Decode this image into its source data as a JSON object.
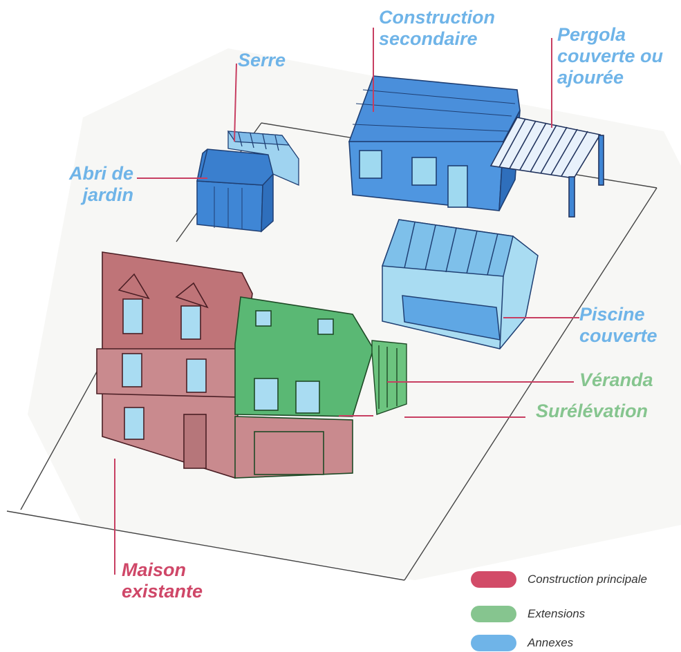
{
  "colors": {
    "principal": "#d24b68",
    "extension": "#86c58f",
    "annexe": "#6fb4e8",
    "house_fill": "#c98a8e",
    "roof_fill": "#bf7478",
    "ext_fill": "#5ab874",
    "annexe_fill": "#3d83d4",
    "glass_fill": "#a9dcf2"
  },
  "labels": {
    "construction_secondaire": "Construction\nsecondaire",
    "pergola": "Pergola\ncouverte ou\najourée",
    "serre": "Serre",
    "abri": "Abri de\njardin",
    "piscine": "Piscine\ncouverte",
    "veranda": "Véranda",
    "surelevation": "Surélévation",
    "maison": "Maison\nexistante"
  },
  "legend": [
    {
      "label": "Construction principale",
      "color": "#d24b68"
    },
    {
      "label": "Extensions",
      "color": "#86c58f"
    },
    {
      "label": "Annexes",
      "color": "#6fb4e8"
    }
  ]
}
